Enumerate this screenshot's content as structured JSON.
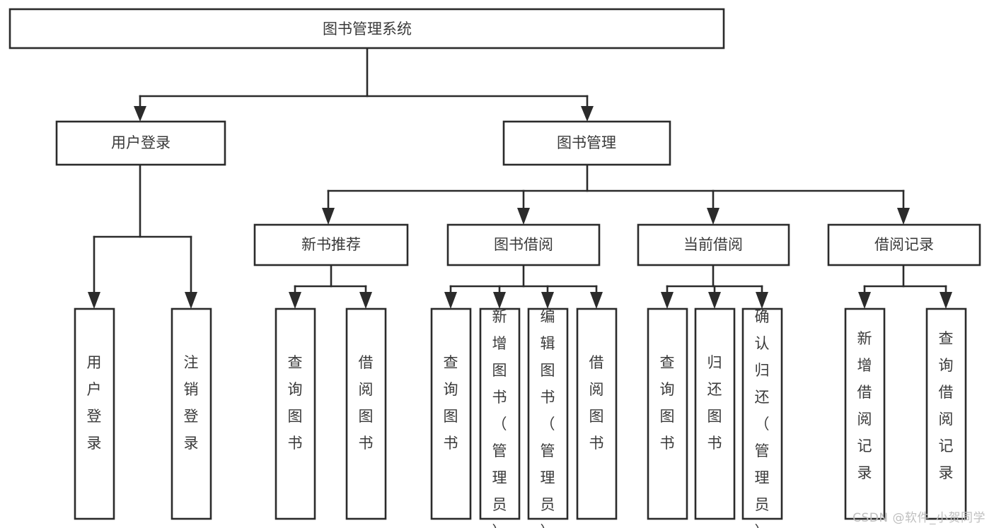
{
  "diagram": {
    "title": "图书管理系统",
    "type": "tree",
    "colors": {
      "background": "#ffffff",
      "box_fill": "#ffffff",
      "box_stroke": "#2b2b2b",
      "text": "#3a3a3a",
      "connector": "#2b2b2b",
      "watermark": "#bfbfbf"
    },
    "root": {
      "label": "图书管理系统"
    },
    "level2": [
      {
        "label": "用户登录"
      },
      {
        "label": "图书管理"
      }
    ],
    "level3": [
      {
        "label": "新书推荐"
      },
      {
        "label": "图书借阅"
      },
      {
        "label": "当前借阅"
      },
      {
        "label": "借阅记录"
      }
    ],
    "leaves": {
      "user_login": [
        {
          "label": "用户登录"
        },
        {
          "label": "注销登录"
        }
      ],
      "new_book_recommend": [
        {
          "label": "查询图书"
        },
        {
          "label": "借阅图书"
        }
      ],
      "book_borrow": [
        {
          "label": "查询图书"
        },
        {
          "label": "新增图书（管理员）"
        },
        {
          "label": "编辑图书（管理员）"
        },
        {
          "label": "借阅图书"
        }
      ],
      "current_borrow": [
        {
          "label": "查询图书"
        },
        {
          "label": "归还图书"
        },
        {
          "label": "确认归还（管理员）"
        }
      ],
      "borrow_record": [
        {
          "label": "新增借阅记录"
        },
        {
          "label": "查询借阅记录"
        }
      ]
    },
    "watermark": "CSDN @软件_小贺同学"
  }
}
